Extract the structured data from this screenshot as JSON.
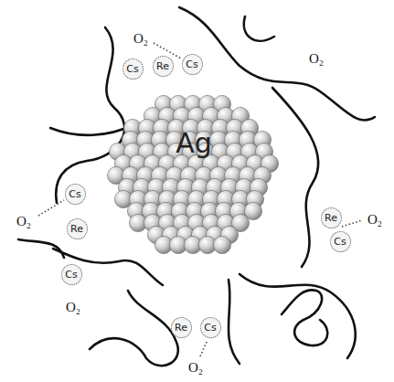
{
  "diagram": {
    "nodes": [
      {
        "text": [
          "Cs"
        ]
      },
      {
        "text": [
          "Re"
        ]
      },
      {
        "text": [
          "Cs"
        ]
      },
      {
        "text": [
          "Cs"
        ]
      },
      {
        "text": [
          "Re"
        ]
      },
      {
        "text": [
          "Re"
        ]
      },
      {
        "text": [
          "Cs"
        ]
      },
      {
        "text": [
          "Cs"
        ]
      },
      {
        "text": [
          "Re"
        ]
      },
      {
        "text": [
          "Cs"
        ]
      }
    ],
    "labels": [
      "O₂",
      "O₂",
      "Ag",
      "O₂",
      "O₂",
      "O₂",
      "O₂"
    ]
  }
}
